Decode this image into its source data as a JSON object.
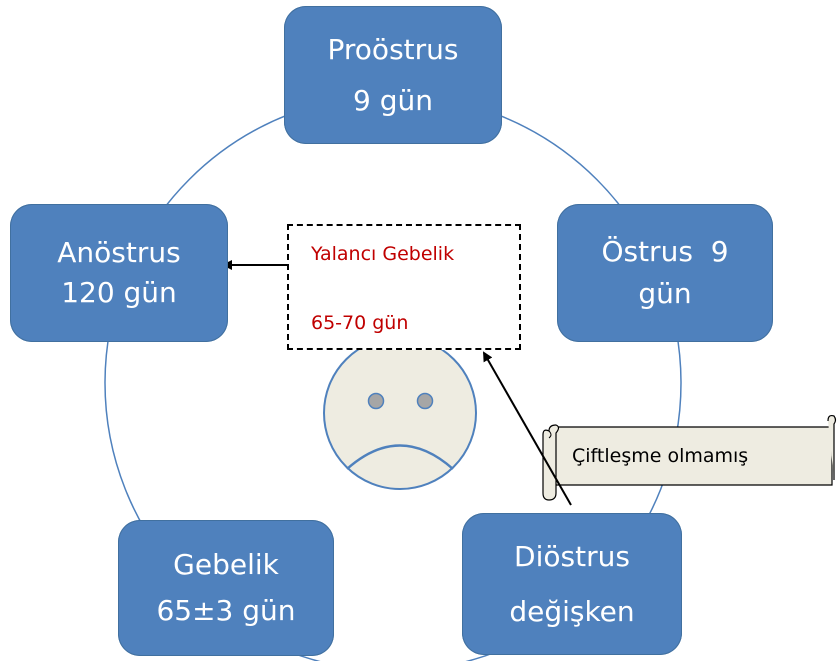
{
  "nodes": {
    "proestrus": {
      "line1": "Proöstrus",
      "line2": "9 gün"
    },
    "estrus": {
      "line1": "Östrus  9",
      "line2": "gün"
    },
    "anestrus": {
      "line1": "Anöstrus",
      "line2": "120 gün"
    },
    "gebelik": {
      "line1": "Gebelik",
      "line2": "65±3 gün"
    },
    "diestrus": {
      "line1": "Diöstrus",
      "line2": "değişken"
    }
  },
  "pseudo_pregnancy": {
    "title": "Yalancı Gebelik",
    "days": "65-70 gün"
  },
  "callout": {
    "text": "Çiftleşme olmamış"
  },
  "colors": {
    "node_fill": "#4f81bd",
    "ring": "#4f81bd",
    "pseudo_text": "#c00000",
    "face_fill": "#eeece1",
    "scroll_fill": "#eeece1"
  },
  "icons": {
    "face": "sad-face-icon"
  }
}
